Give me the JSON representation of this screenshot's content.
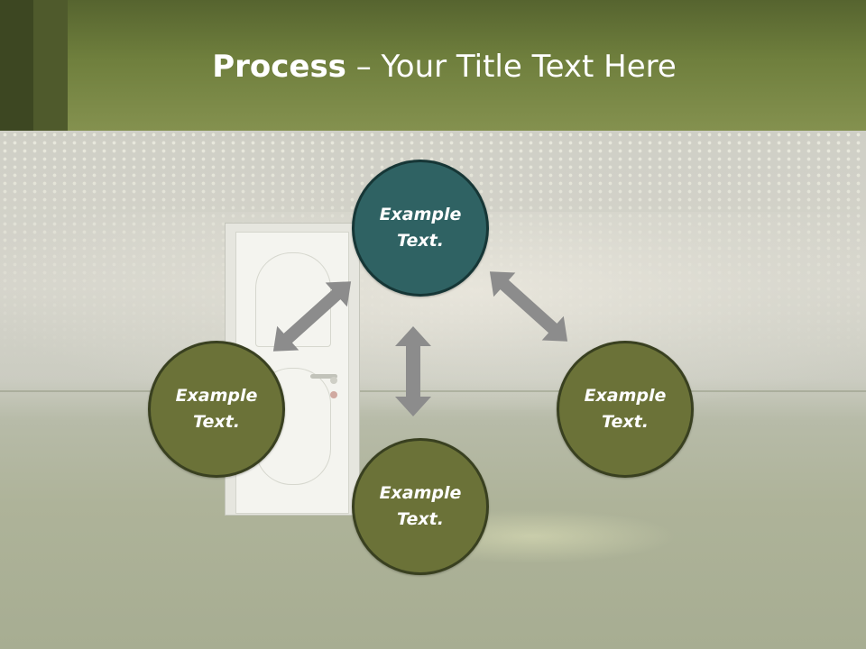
{
  "slide": {
    "title_bold": "Process",
    "title_rest": " – Your Title Text Here"
  },
  "diagram": {
    "nodes": {
      "top": "Example\nText.",
      "left": "Example\nText.",
      "right": "Example\nText.",
      "bottom": "Example\nText."
    }
  },
  "colors": {
    "header": "#6f7f3d",
    "node_olive": "#6b7238",
    "node_teal": "#2f6263",
    "arrow": "#8c8c8c"
  }
}
